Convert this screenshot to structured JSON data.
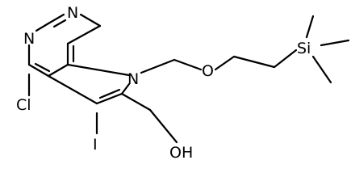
{
  "structure": {
    "atoms": {
      "n_top": "N",
      "n_left": "N",
      "n_ring": "N",
      "chlorine": "Cl",
      "iodine": "I",
      "oxygen_ether": "O",
      "silicon": "Si",
      "hydroxyl": "OH"
    }
  }
}
